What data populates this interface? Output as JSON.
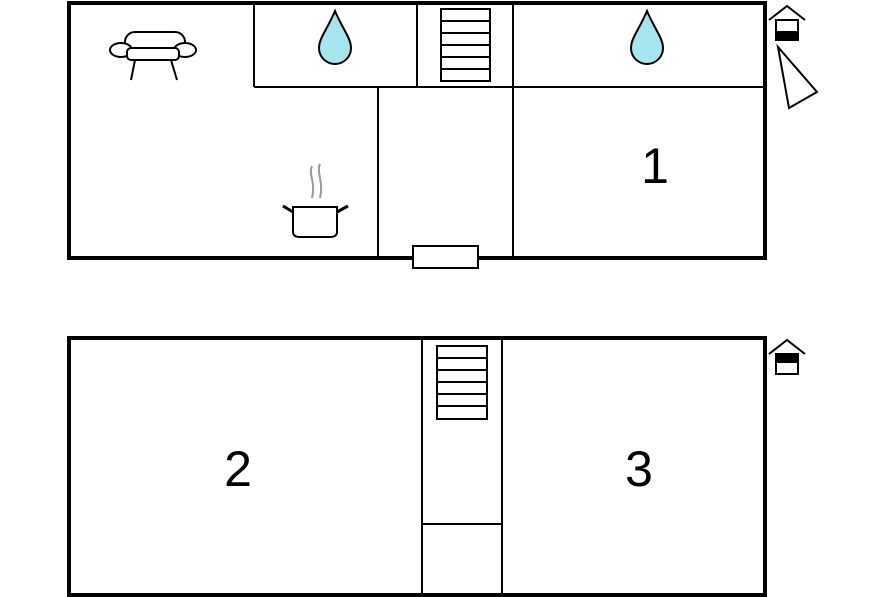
{
  "colors": {
    "wall": "#000000",
    "water": "#a6e6ee",
    "steam": "#999999",
    "background": "#ffffff"
  },
  "upper_floor": {
    "rooms": [
      {
        "label": "1"
      }
    ],
    "icons": [
      "sofa-icon",
      "water-drop-icon",
      "water-drop-icon",
      "stairs-icon",
      "cooking-pot-icon",
      "entrance-door-icon",
      "house-level-icon",
      "compass-north-icon"
    ]
  },
  "lower_floor": {
    "rooms": [
      {
        "label": "2"
      },
      {
        "label": "3"
      }
    ],
    "icons": [
      "stairs-icon",
      "house-level-icon"
    ]
  }
}
